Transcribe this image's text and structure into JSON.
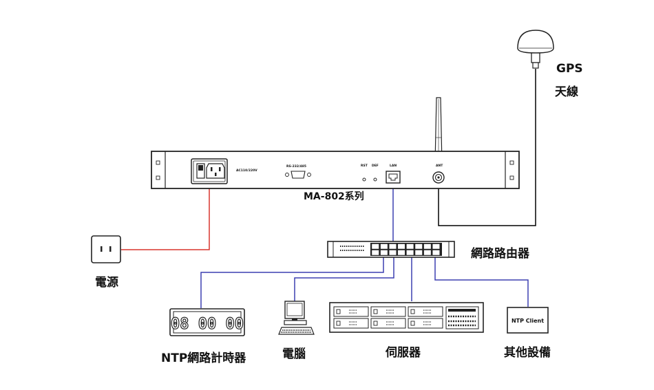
{
  "labels": {
    "gps": "GPS",
    "antenna": "天線",
    "device_model": "MA-802系列",
    "router": "網路路由器",
    "power": "電源",
    "ntp_timer": "NTP網路計時器",
    "computer": "電腦",
    "server": "伺服器",
    "other_devices": "其他設備",
    "ntp_client": "NTP Client",
    "clock_display": "08 00 00"
  },
  "panel": {
    "ac_label": "AC110/220V",
    "serial_label": "RS-232/485",
    "rst_label": "RST",
    "def_label": "DEF",
    "lan_label": "LAN",
    "ant_label": "ANT"
  },
  "colors": {
    "power_cable": "#d9342b",
    "network_cable": "#3b3fb0",
    "antenna_cable": "#000000"
  }
}
